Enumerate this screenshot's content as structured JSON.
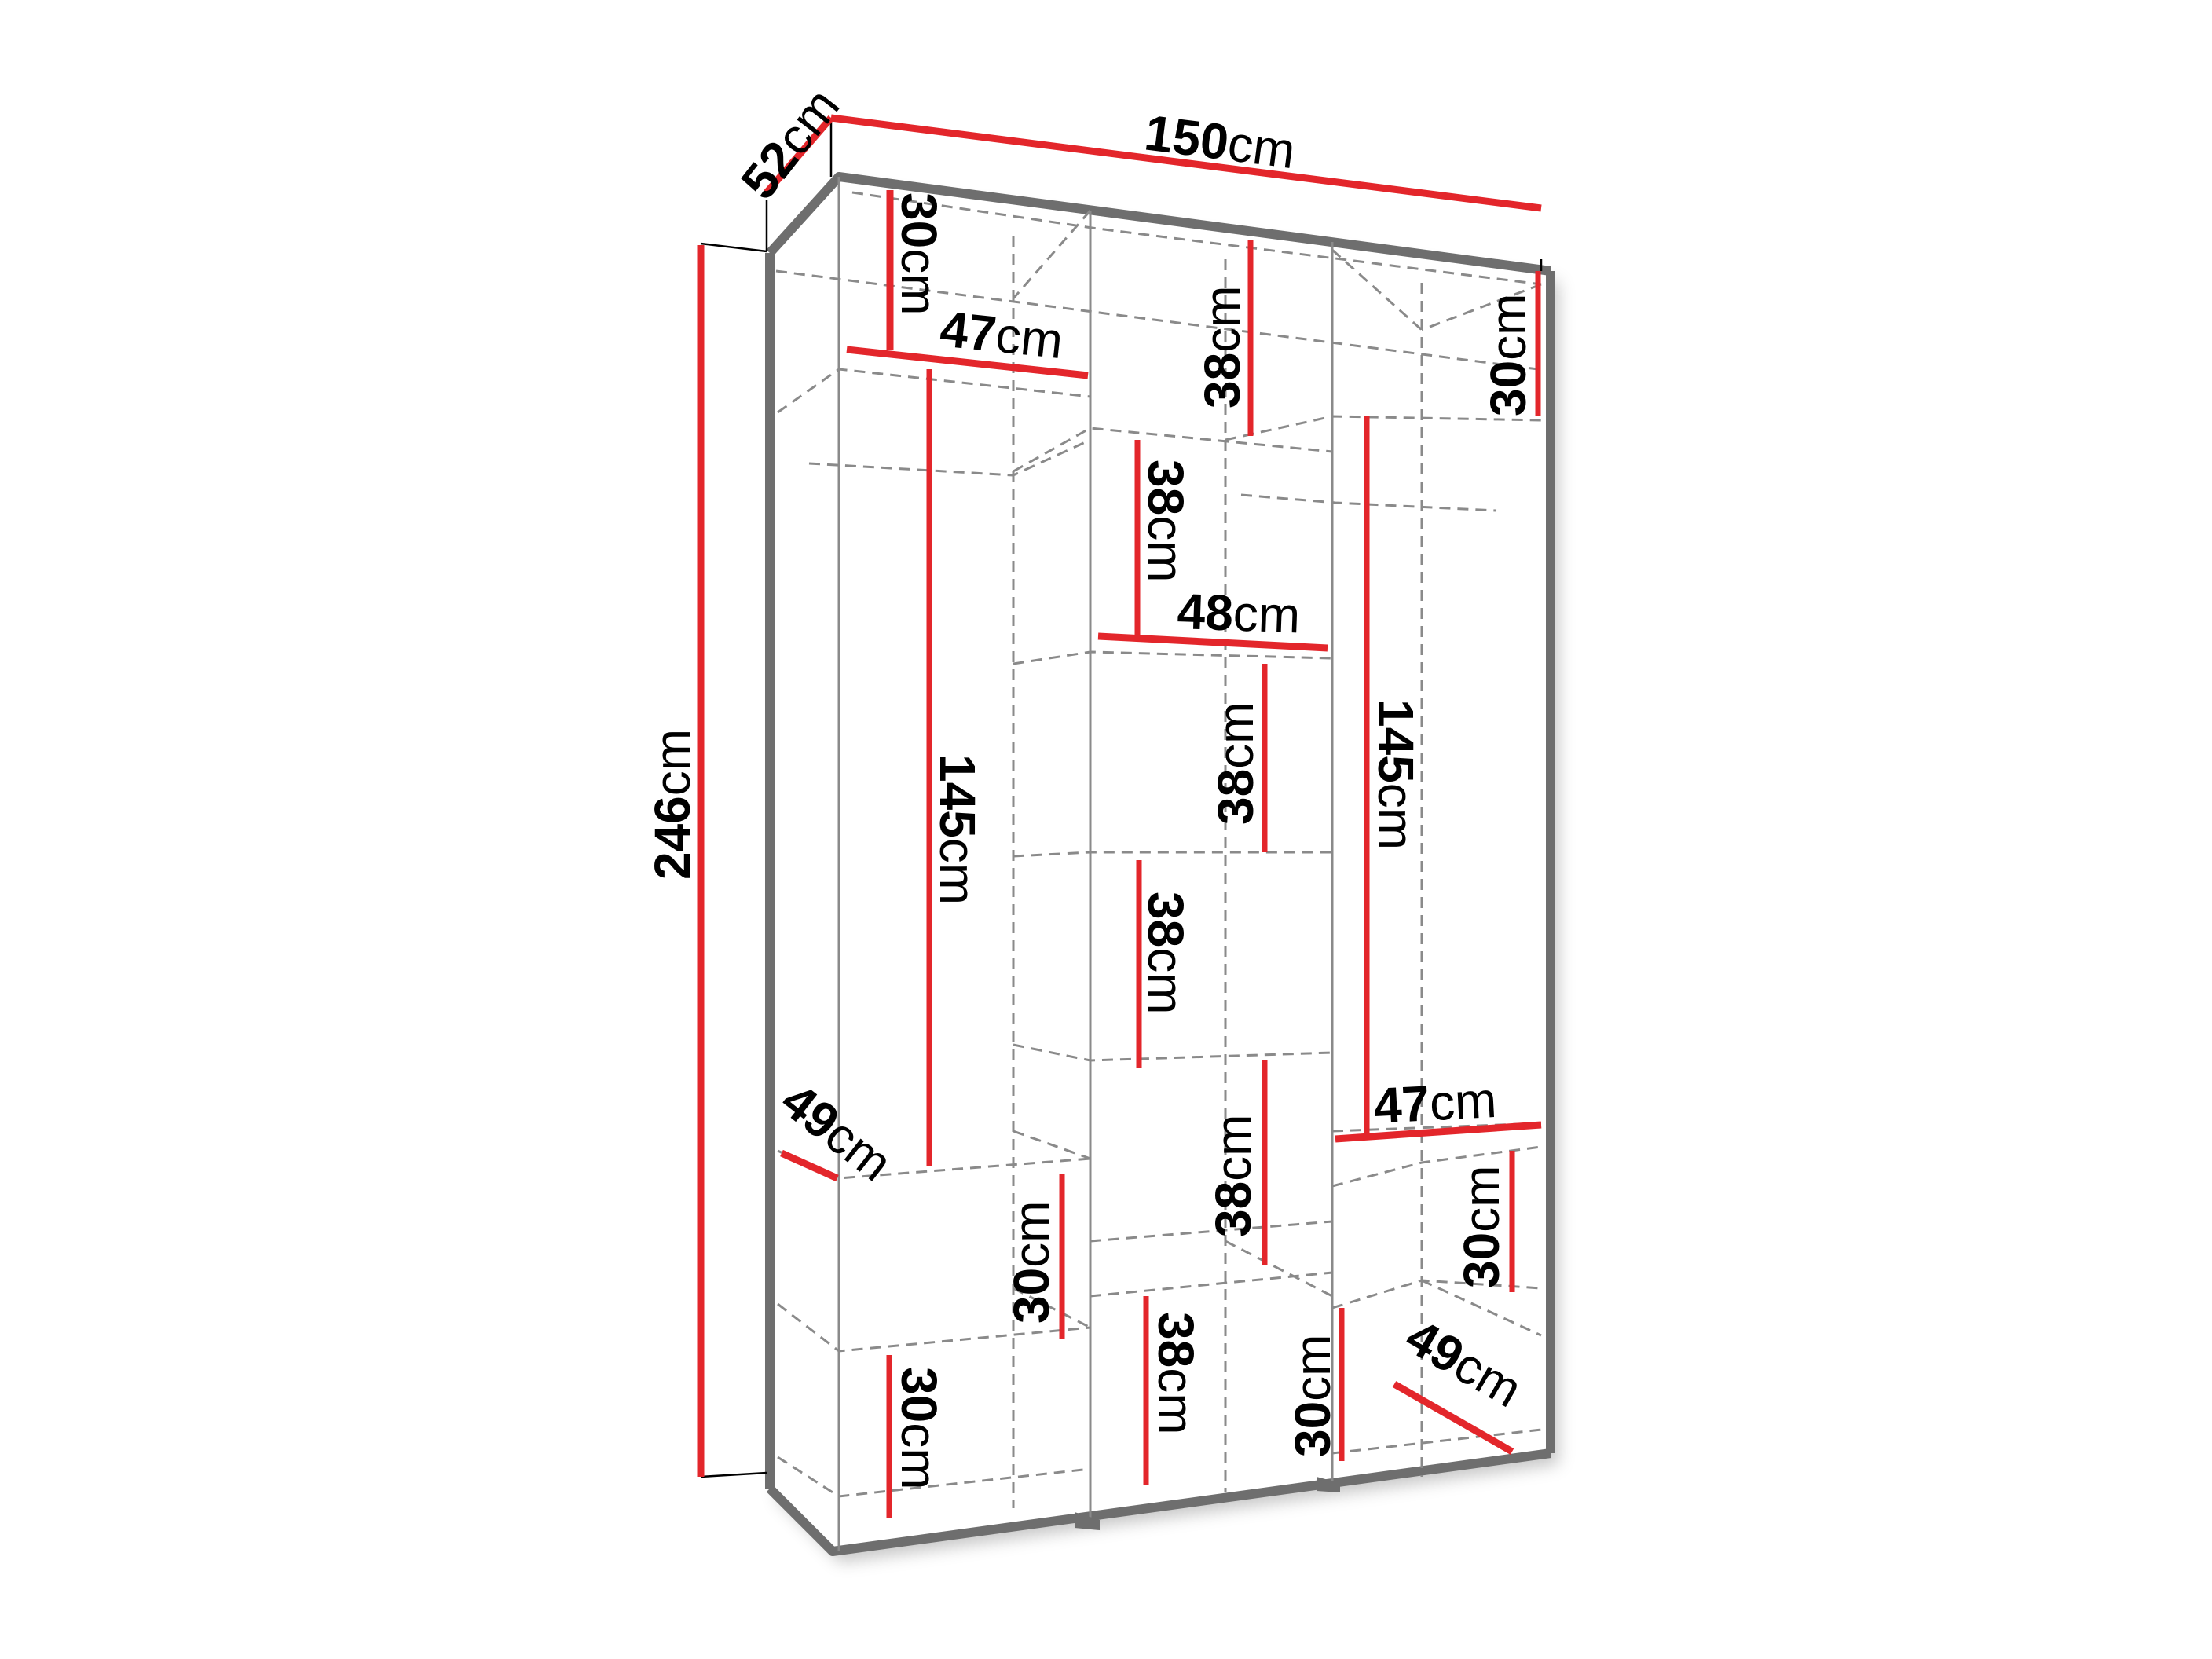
{
  "diagram": {
    "subject": "wardrobe shelving dimensions",
    "colors": {
      "dimension_line": "#e3262b",
      "frame": "#6e6e6e",
      "hidden_edge": "#8a8a8a",
      "text": "#000000"
    },
    "overall": {
      "width": {
        "num": "150",
        "unit": "cm"
      },
      "depth": {
        "num": "52",
        "unit": "cm"
      },
      "height": {
        "num": "246",
        "unit": "cm"
      }
    },
    "labels": [
      {
        "id": "left-top-height",
        "num": "30",
        "unit": "cm"
      },
      {
        "id": "left-top-width",
        "num": "47",
        "unit": "cm"
      },
      {
        "id": "center-top-height",
        "num": "38",
        "unit": "cm"
      },
      {
        "id": "right-top-height",
        "num": "30",
        "unit": "cm"
      },
      {
        "id": "center-2-height",
        "num": "38",
        "unit": "cm"
      },
      {
        "id": "center-width",
        "num": "48",
        "unit": "cm"
      },
      {
        "id": "left-hanging-height",
        "num": "145",
        "unit": "cm"
      },
      {
        "id": "center-3-height",
        "num": "38",
        "unit": "cm"
      },
      {
        "id": "right-hanging-height",
        "num": "145",
        "unit": "cm"
      },
      {
        "id": "center-4-height",
        "num": "38",
        "unit": "cm"
      },
      {
        "id": "right-mid-width",
        "num": "47",
        "unit": "cm"
      },
      {
        "id": "left-depth",
        "num": "49",
        "unit": "cm"
      },
      {
        "id": "center-5-height",
        "num": "38",
        "unit": "cm"
      },
      {
        "id": "left-low-inner-height",
        "num": "30",
        "unit": "cm"
      },
      {
        "id": "right-low-height",
        "num": "30",
        "unit": "cm"
      },
      {
        "id": "left-bottom-height",
        "num": "30",
        "unit": "cm"
      },
      {
        "id": "center-bottom-height",
        "num": "38",
        "unit": "cm"
      },
      {
        "id": "center-right-bottom-height",
        "num": "30",
        "unit": "cm"
      },
      {
        "id": "right-depth",
        "num": "49",
        "unit": "cm"
      }
    ]
  }
}
